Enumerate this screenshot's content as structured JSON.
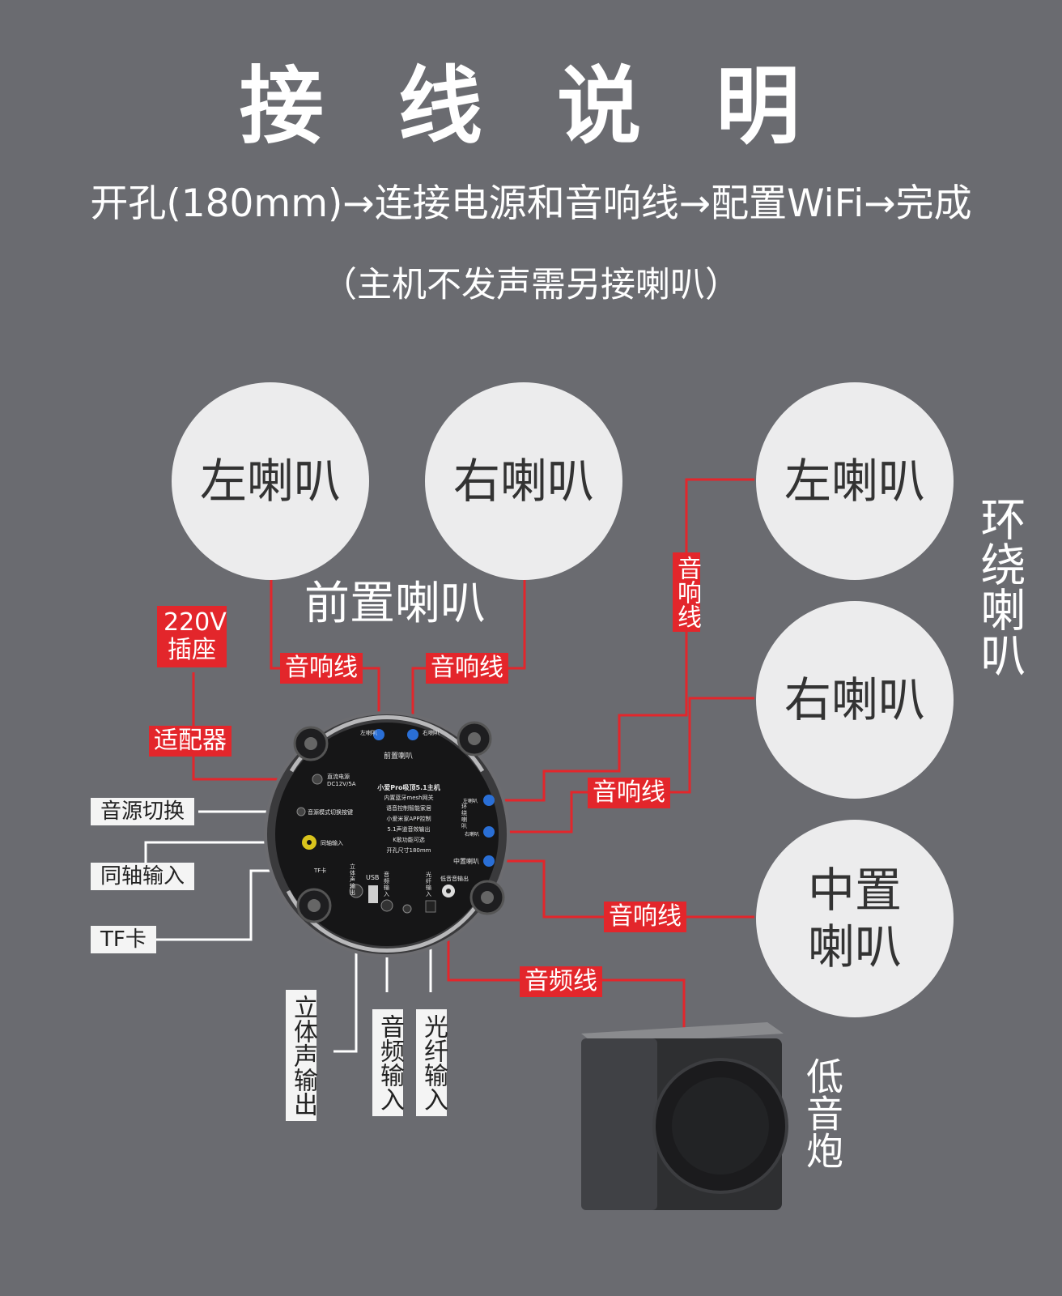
{
  "header": {
    "title": "接 线 说 明",
    "subtitle": "开孔(180mm)→连接电源和音响线→配置WiFi→完成",
    "note": "（主机不发声需另接喇叭）"
  },
  "speakers": {
    "front_left": "左喇叭",
    "front_right": "右喇叭",
    "front_group": "前置喇叭",
    "surround_left": "左喇叭",
    "surround_right": "右喇叭",
    "surround_group": "环绕喇叭",
    "center": "中置喇叭",
    "subwoofer": "低音炮"
  },
  "red_labels": {
    "plug": "220V插座",
    "adapter": "适配器",
    "front_left_cable": "音响线",
    "front_right_cable": "音响线",
    "surround_left_cable": "音响线",
    "surround_right_cable": "音响线",
    "center_cable": "音响线",
    "sub_cable": "音频线"
  },
  "white_labels": {
    "source_switch": "音源切换",
    "coax_in": "同轴输入",
    "tf_card": "TF卡",
    "stereo_out": "立体声输出",
    "audio_in": "音频输入",
    "optical_in": "光纤输入"
  },
  "device": {
    "front_label": "前置喇叭",
    "port_fl": "左喇叭",
    "port_fr": "右喇叭",
    "dc_label": "直流电源 DC12V/5A",
    "switch_label": "音源模式切换按键",
    "coax_label": "同轴输入",
    "tf_label": "TF卡",
    "stereo_label": "立体声输出",
    "usb_label": "USB",
    "audio_label": "音频输入",
    "optical_label": "光纤输入",
    "sub_label": "低音音输出",
    "surround_label": "环绕喇叭",
    "rr_label": "右喇叭",
    "sl_label": "左喇叭",
    "center_label": "中置喇叭",
    "info": [
      "小爱Pro吸顶5.1主机",
      "内置蓝牙mesh网关",
      "语音控制智能家居",
      "小爱米家APP控制",
      "5.1声道音效输出",
      "K歌功能可选",
      "开孔尺寸180mm"
    ]
  },
  "colors": {
    "background": "#6a6b70",
    "red": "#e3262b",
    "circle": "#ececed",
    "white_line": "#ffffff"
  }
}
